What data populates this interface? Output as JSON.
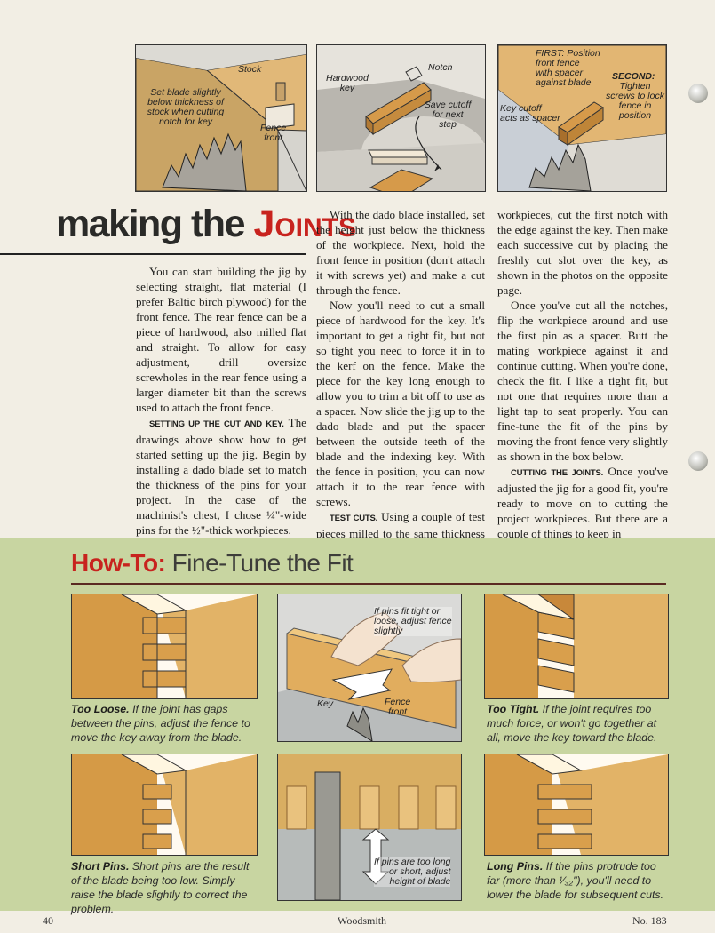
{
  "figures": {
    "fig1": {
      "stock": "Stock",
      "set_blade": "Set blade slightly\nbelow thickness of\nstock when cutting\nnotch for key",
      "fence_front": "Fence\nfront"
    },
    "fig2": {
      "hardwood_key": "Hardwood\nkey",
      "notch": "Notch",
      "save_cutoff": "Save cutoff\nfor next\nstep"
    },
    "fig3": {
      "first": "FIRST: Position\nfront fence\nwith spacer\nagainst blade",
      "second_title": "SECOND:",
      "second_text": "Tighten\nscrews to lock\nfence in\nposition",
      "key_cutoff": "Key cutoff\nacts as spacer"
    }
  },
  "headline": {
    "part1": "making the ",
    "part2": "Joints"
  },
  "article": {
    "c1p1": "You can start building the jig by selecting straight, flat material (I prefer Baltic birch plywood) for the front fence. The rear fence can be a piece of hardwood, also milled flat and straight. To allow for easy adjustment, drill oversize screwholes in the rear fence using a larger diameter bit than the screws used to attach the front fence.",
    "c1h2": "Setting Up the Cut and Key.",
    "c1p2": " The drawings above show how to get started setting up the jig. Begin by installing a dado blade set to match the thickness of the pins for your project. In the case of the machinist's chest, I chose ¼\"-wide pins for the ½\"-thick workpieces.",
    "c2p1": "With the dado blade installed, set the height just below the thickness of the workpiece. Next, hold the front fence in position (don't attach it with screws yet) and make a cut through the fence.",
    "c2p2": "Now you'll need to cut a small piece of hardwood for the key. It's important to get a tight fit, but not so tight you need to force it in to the kerf on the fence. Make the piece for the key long enough to allow you to trim a bit off to use as a spacer. Now slide the jig up to the dado blade and put the spacer between the outside teeth of the blade and the indexing key. With the fence in position, you can now attach it to the rear fence with screws.",
    "c2h3": "Test Cuts.",
    "c2p3": " Using a couple of test pieces milled to the same thickness and width as your project",
    "c3p1": "workpieces, cut the first notch with the edge against the key. Then make each successive cut by placing the freshly cut slot over the key, as shown in the photos on the opposite page.",
    "c3p2": "Once you've cut all the notches, flip the workpiece around and use the first pin as a spacer. Butt the mating workpiece against it and continue cutting. When you're done, check the fit. I like a tight fit, but not one that requires more than a light tap to seat properly. You can fine-tune the fit of the pins by moving the front fence very slightly as shown in the box below.",
    "c3h3": "Cutting the Joints.",
    "c3p3": " Once you've adjusted the jig for a good fit, you're ready to move on to cutting the project workpieces. But there are a couple of things to keep in"
  },
  "howto": {
    "title_bold": "How-To:",
    "title_rest": " Fine-Tune the Fit",
    "center_top_note": "If pins fit tight or\nloose, adjust fence\nslightly",
    "key_label": "Key",
    "fence_front": "Fence\nfront",
    "center_bottom_note": "If pins are too long\nor short, adjust\nheight of blade",
    "too_loose_title": "Too Loose.",
    "too_loose_text": " If the joint has gaps between the pins, adjust the fence to move the key away from the blade.",
    "too_tight_title": "Too Tight.",
    "too_tight_text": " If the joint requires too much force, or won't go together at all, move the key toward the blade.",
    "short_pins_title": "Short Pins.",
    "short_pins_text": " Short pins are the result of the blade being too low. Simply raise the blade slightly to correct the problem.",
    "long_pins_title": "Long Pins.",
    "long_pins_text": " If the pins protrude too far (more than ¹⁄₃₂\"), you'll need to lower the blade for subsequent cuts."
  },
  "footer": {
    "page": "40",
    "magazine": "Woodsmith",
    "issue": "No. 183"
  },
  "colors": {
    "accent": "#c8231e",
    "panel": "#c8d5a1",
    "wood": "#d8a85a",
    "paper": "#f2eee4"
  }
}
